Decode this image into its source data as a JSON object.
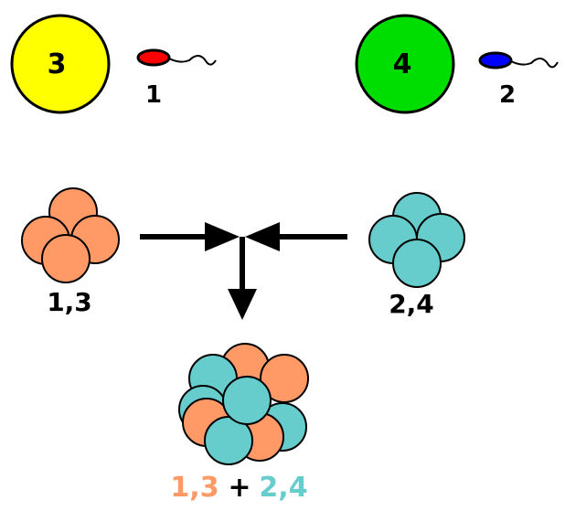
{
  "colors": {
    "egg_left": "#ffff00",
    "egg_right": "#00dd00",
    "sperm_left": "#ff0000",
    "sperm_right": "#0000ff",
    "cluster_orange": "#ff9966",
    "cluster_teal": "#66cccc",
    "outline": "#000000",
    "arrow": "#000000"
  },
  "top_left": {
    "egg_label": "3",
    "sperm_label": "1"
  },
  "top_right": {
    "egg_label": "4",
    "sperm_label": "2"
  },
  "clusters": {
    "left_label": "1,3",
    "right_label": "2,4"
  },
  "result": {
    "label_part1": "1,3",
    "label_plus": "+",
    "label_part2": "2,4"
  }
}
